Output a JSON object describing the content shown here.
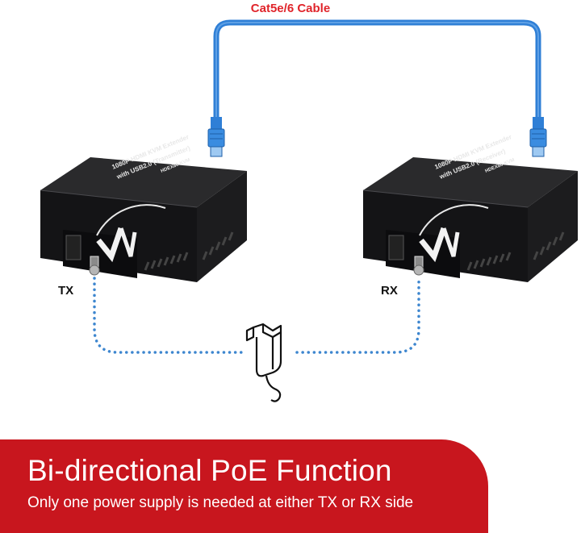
{
  "cable": {
    "label": "Cat5e/6 Cable"
  },
  "transmitter": {
    "side_label": "TX",
    "line1": "1080P HDMI KVM Extender",
    "line2": "with USB2.0 (Transmitter)",
    "model": "HDEX80-KVM"
  },
  "receiver": {
    "side_label": "RX",
    "line1": "1080P HDMI KVM Extender",
    "line2": "with USB2.0 (Receiver)",
    "model": "HDEX80-KVM"
  },
  "banner": {
    "title": "Bi-directional PoE Function",
    "subtitle": "Only one power supply is needed at either TX or RX side"
  },
  "colors": {
    "cable": "#2f7fd6",
    "dotted_power_line": "#3d86cf",
    "banner": "#c8161e",
    "label_red": "#e0242a"
  }
}
